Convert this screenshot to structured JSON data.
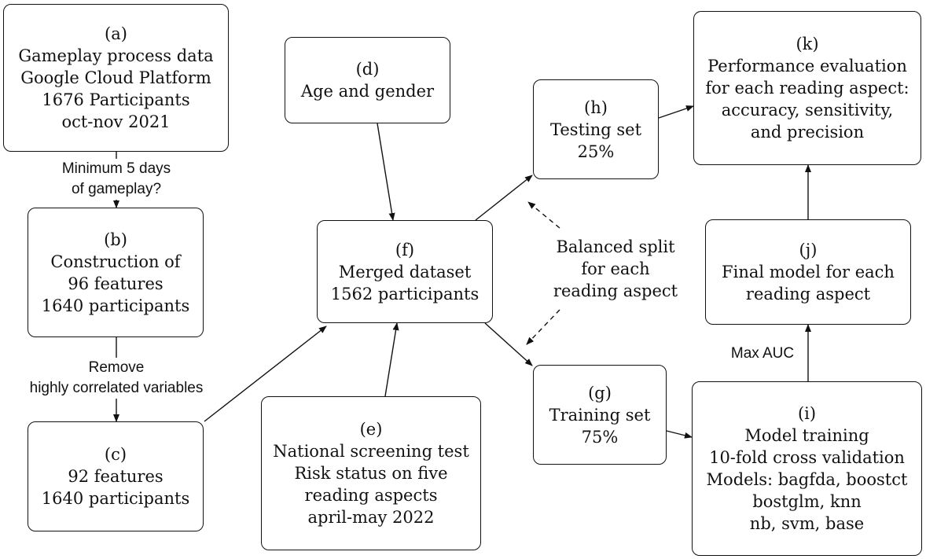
{
  "nodes": {
    "a": {
      "id": "(a)",
      "lines": [
        "Gameplay process data",
        "Google Cloud Platform",
        "1676 Participants",
        "oct-nov 2021"
      ]
    },
    "b": {
      "id": "(b)",
      "lines": [
        "Construction of",
        "96 features",
        "1640 participants"
      ]
    },
    "c": {
      "id": "(c)",
      "lines": [
        "92 features",
        "1640 participants"
      ]
    },
    "d": {
      "id": "(d)",
      "lines": [
        "Age and gender"
      ]
    },
    "e": {
      "id": "(e)",
      "lines": [
        "National screening test",
        "Risk status on five",
        "reading aspects",
        "april-may 2022"
      ]
    },
    "f": {
      "id": "(f)",
      "lines": [
        "Merged dataset",
        "1562 participants"
      ]
    },
    "h": {
      "id": "(h)",
      "lines": [
        "Testing set",
        "25%"
      ]
    },
    "g": {
      "id": "(g)",
      "lines": [
        "Training set",
        "75%"
      ]
    },
    "k": {
      "id": "(k)",
      "lines": [
        "Performance evaluation",
        "for each reading aspect:",
        "accuracy, sensitivity,",
        "and precision"
      ]
    },
    "j": {
      "id": "(j)",
      "lines": [
        "Final model for each",
        "reading aspect"
      ]
    },
    "i": {
      "id": "(i)",
      "lines": [
        "Model training",
        "10-fold cross validation",
        "Models: bagfda, boostct",
        "bostglm, knn",
        "nb, svm, base"
      ]
    }
  },
  "edge_labels": {
    "a_b": [
      "Minimum 5 days",
      "of gameplay?"
    ],
    "b_c": [
      "Remove",
      "highly correlated variables"
    ],
    "i_j": [
      "Max AUC"
    ]
  },
  "split_note": [
    "Balanced split",
    "for each",
    "reading aspect"
  ]
}
